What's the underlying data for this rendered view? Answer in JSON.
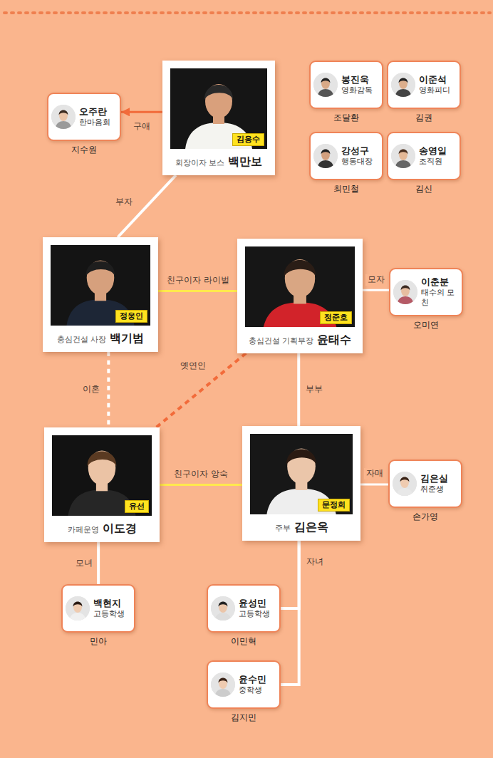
{
  "diagram": {
    "nodes": [
      {
        "text": [
          "김응수",
          "회장이자 보스",
          "백만보"
        ]
      },
      {
        "text": [
          "오주란",
          "한마음회",
          "지수원"
        ]
      },
      {
        "text": [
          "봉진욱",
          "영화감독",
          "조달환"
        ]
      },
      {
        "text": [
          "이준석",
          "영화피디",
          "김권"
        ]
      },
      {
        "text": [
          "강성구",
          "행동대장",
          "최민철"
        ]
      },
      {
        "text": [
          "송영일",
          "조직원",
          "김신"
        ]
      },
      {
        "text": [
          "정웅인",
          "충심건설 사장",
          "백기범"
        ]
      },
      {
        "text": [
          "정준호",
          "충심건설 기획부장",
          "윤태수"
        ]
      },
      {
        "text": [
          "이춘분",
          "태수의 모친",
          "오미연"
        ]
      },
      {
        "text": [
          "유선",
          "카페운영",
          "이도경"
        ]
      },
      {
        "text": [
          "문정희",
          "주부",
          "김은옥"
        ]
      },
      {
        "text": [
          "김은실",
          "취준생",
          "손가영"
        ]
      },
      {
        "text": [
          "백현지",
          "고등학생",
          "민아"
        ]
      },
      {
        "text": [
          "윤성민",
          "고등학생",
          "이민혁"
        ]
      },
      {
        "text": [
          "윤수민",
          "중학생",
          "김지민"
        ]
      }
    ],
    "edges": [
      {
        "from": 0,
        "to": 1,
        "label": "구애",
        "arrow": "to"
      },
      {
        "from": 0,
        "to": 6,
        "label": "부자",
        "arrow": "none"
      },
      {
        "from": 6,
        "to": 7,
        "label": "친구이자 라이벌",
        "arrow": "none"
      },
      {
        "from": 7,
        "to": 8,
        "label": "모자",
        "arrow": "none"
      },
      {
        "from": 6,
        "to": 9,
        "label": "이혼",
        "arrow": "none"
      },
      {
        "from": 7,
        "to": 9,
        "label": "옛연인",
        "arrow": "none"
      },
      {
        "from": 7,
        "to": 10,
        "label": "부부",
        "arrow": "none"
      },
      {
        "from": 9,
        "to": 10,
        "label": "친구이자 앙숙",
        "arrow": "none"
      },
      {
        "from": 10,
        "to": 11,
        "label": "자매",
        "arrow": "none"
      },
      {
        "from": 9,
        "to": 12,
        "label": "모녀",
        "arrow": "none"
      },
      {
        "from": 10,
        "to": 13,
        "label": "자녀",
        "arrow": "none"
      },
      {
        "from": 10,
        "to": 14,
        "arrow": "none"
      }
    ]
  }
}
